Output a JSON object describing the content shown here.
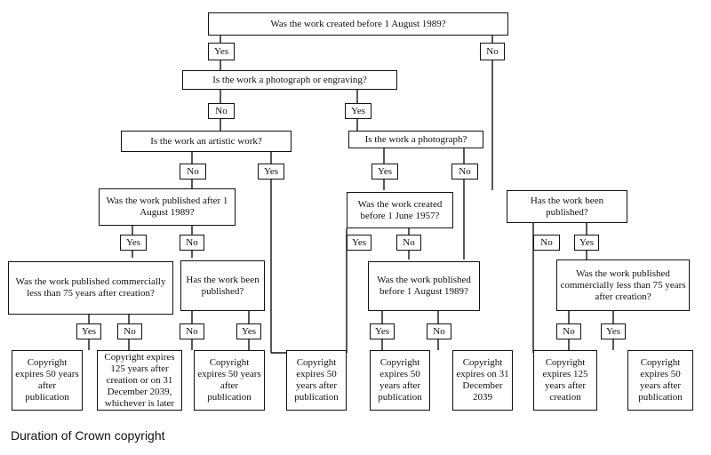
{
  "questions": {
    "q_before_1989": "Was the work created before 1 August 1989?",
    "q_photo_or_engraving": "Is the work a photograph or engraving?",
    "q_artistic": "Is the work an artistic work?",
    "q_photograph": "Is the work a photograph?",
    "q_published_after_1989": "Was the work published after 1 August 1989?",
    "q_created_before_1957": "Was the work created before 1 June 1957?",
    "q_has_been_published_right": "Has the work been published?",
    "q_commercial_75_left": "Was the work published commercially less than 75 years after creation?",
    "q_has_been_published_mid": "Has the work been published?",
    "q_published_before_1989": "Was the work published before 1 August 1989?",
    "q_commercial_75_right": "Was the work published commercially less than 75 years after creation?"
  },
  "outcomes": {
    "o1": "Copyright expires 50 years after publication",
    "o2": "Copyright expires 125 years after creation or on 31 December 2039, whichever is later",
    "o3": "Copyright expires 50 years after publication",
    "o4": "Copyright expires 50 years after publication",
    "o5": "Copyright expires 50 years after publication",
    "o6": "Copyright expires on 31 December 2039",
    "o7": "Copyright expires 125 years after creation",
    "o8": "Copyright expires 50 years after publication"
  },
  "answers": {
    "yes": "Yes",
    "no": "No"
  },
  "caption": "Duration of Crown copyright"
}
